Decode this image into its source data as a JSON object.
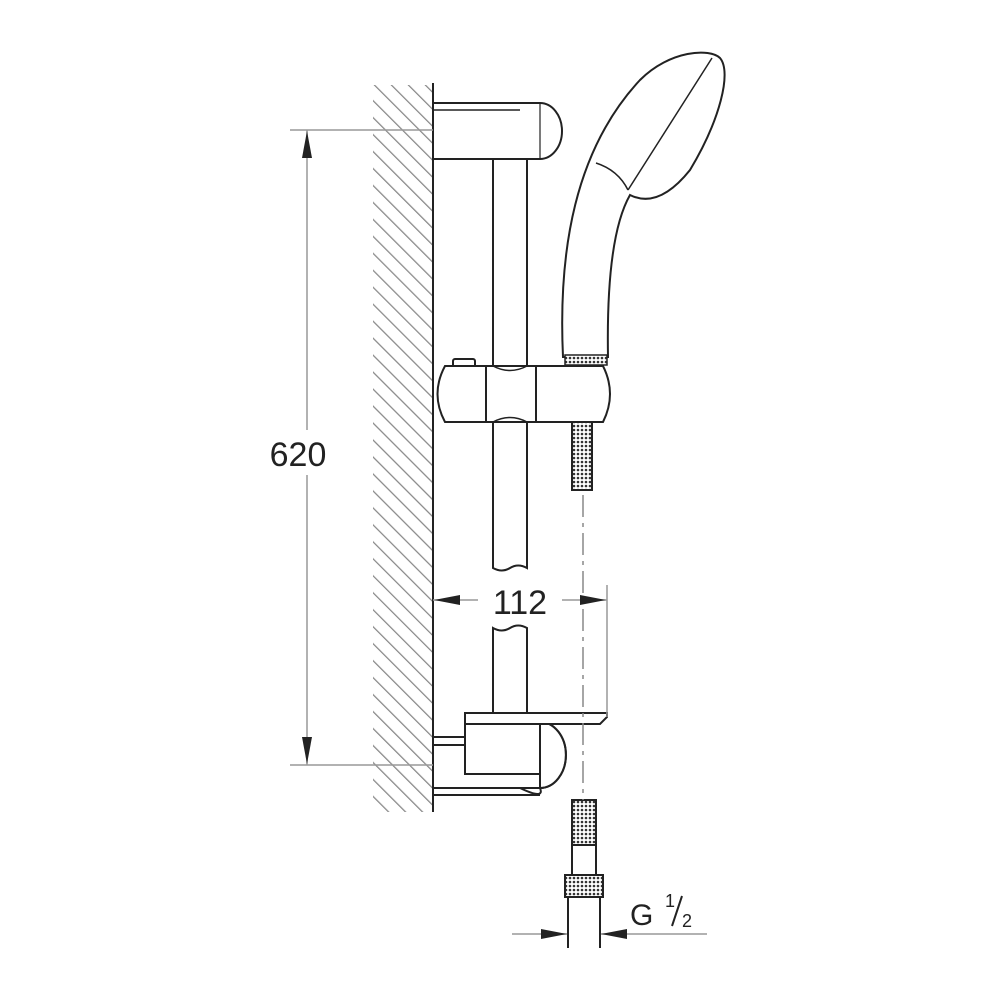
{
  "drawing": {
    "dimensions": {
      "height_label": "620",
      "projection_label": "112",
      "thread_label_main": "G",
      "thread_label_num": "1",
      "thread_label_den": "2"
    },
    "colors": {
      "line": "#222222",
      "hatch": "#888888",
      "dim": "#999999"
    }
  }
}
